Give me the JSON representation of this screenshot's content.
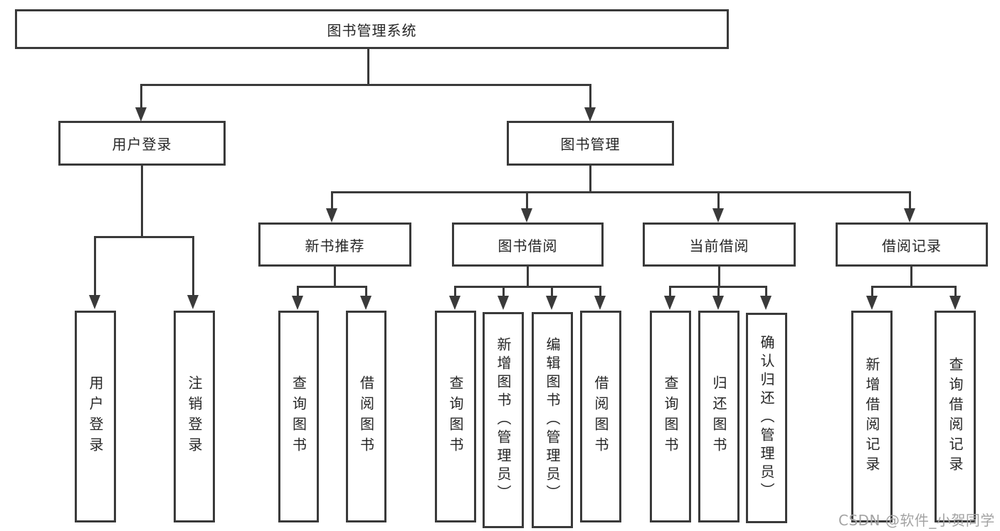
{
  "colors": {
    "line": "#3a3a3a",
    "text": "#262626",
    "muted": "#a3a3a3",
    "bg": "#ffffff"
  },
  "root": {
    "label": "图书管理系统"
  },
  "branches": [
    {
      "label": "用户登录",
      "children": [
        {
          "label": "用户登录"
        },
        {
          "label": "注销登录"
        }
      ]
    },
    {
      "label": "图书管理",
      "children": [
        {
          "label": "新书推荐",
          "children": [
            {
              "label": "查询图书"
            },
            {
              "label": "借阅图书"
            }
          ]
        },
        {
          "label": "图书借阅",
          "children": [
            {
              "label": "查询图书"
            },
            {
              "label": "新增图书（管理员）"
            },
            {
              "label": "编辑图书（管理员）"
            },
            {
              "label": "借阅图书"
            }
          ]
        },
        {
          "label": "当前借阅",
          "children": [
            {
              "label": "查询图书"
            },
            {
              "label": "归还图书"
            },
            {
              "label": "确认归还（管理员）"
            }
          ]
        },
        {
          "label": "借阅记录",
          "children": [
            {
              "label": "新增借阅记录"
            },
            {
              "label": "查询借阅记录"
            }
          ]
        }
      ]
    }
  ],
  "watermark": "CSDN @软件_小贺同学"
}
